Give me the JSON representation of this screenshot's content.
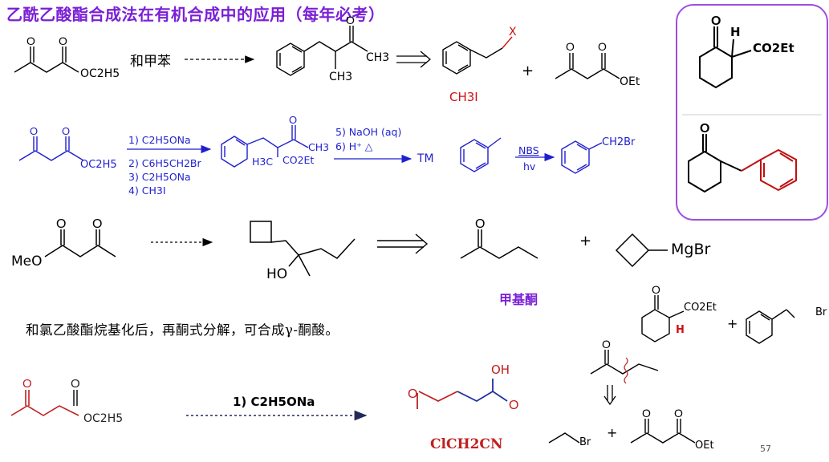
{
  "title": "乙酰乙酸酯合成法在有机合成中的应用（每年必考）",
  "row1": {
    "reagent_text": "和甲苯",
    "label_ch3_product": "CH3",
    "label_ch3_chain": "CH3",
    "halide_label": "X",
    "methyl_iodide": "CH3I",
    "ester_label": "OEt",
    "start_label": "OC2H5",
    "plus": "+"
  },
  "row2": {
    "steps_left": [
      "1) C2H5ONa",
      "2) C6H5CH2Br",
      "3) C2H5ONa",
      "4) CH3I"
    ],
    "steps_right": [
      "5) NaOH (aq)",
      "6) H⁺ △"
    ],
    "product_label": "TM",
    "intermediate_labels": [
      "H3C",
      "CO2Et",
      "CH3"
    ],
    "start_label": "OC2H5",
    "nbs": "NBS",
    "hv": "hv",
    "benzyl_bromide": "CH2Br"
  },
  "row3": {
    "meo": "MeO",
    "ho": "HO",
    "mgbr": "MgBr",
    "plus": "+",
    "caption": "甲基酮"
  },
  "note": "和氯乙酸酯烷基化后，再酮式分解，可合成γ-酮酸。",
  "bottom": {
    "start_label": "OC2H5",
    "step": "1) C2H5ONa",
    "reagent": "ClCH2CN",
    "oh": "OH"
  },
  "right_panel": {
    "top_h": "H",
    "top_ester": "CO2Et"
  },
  "right_column": {
    "ester": "CO2Et",
    "h": "H",
    "br_benzyl": "Br",
    "plus1": "+",
    "br_ethyl": "Br",
    "plus2": "+",
    "oet": "OEt"
  },
  "page_number": "57"
}
